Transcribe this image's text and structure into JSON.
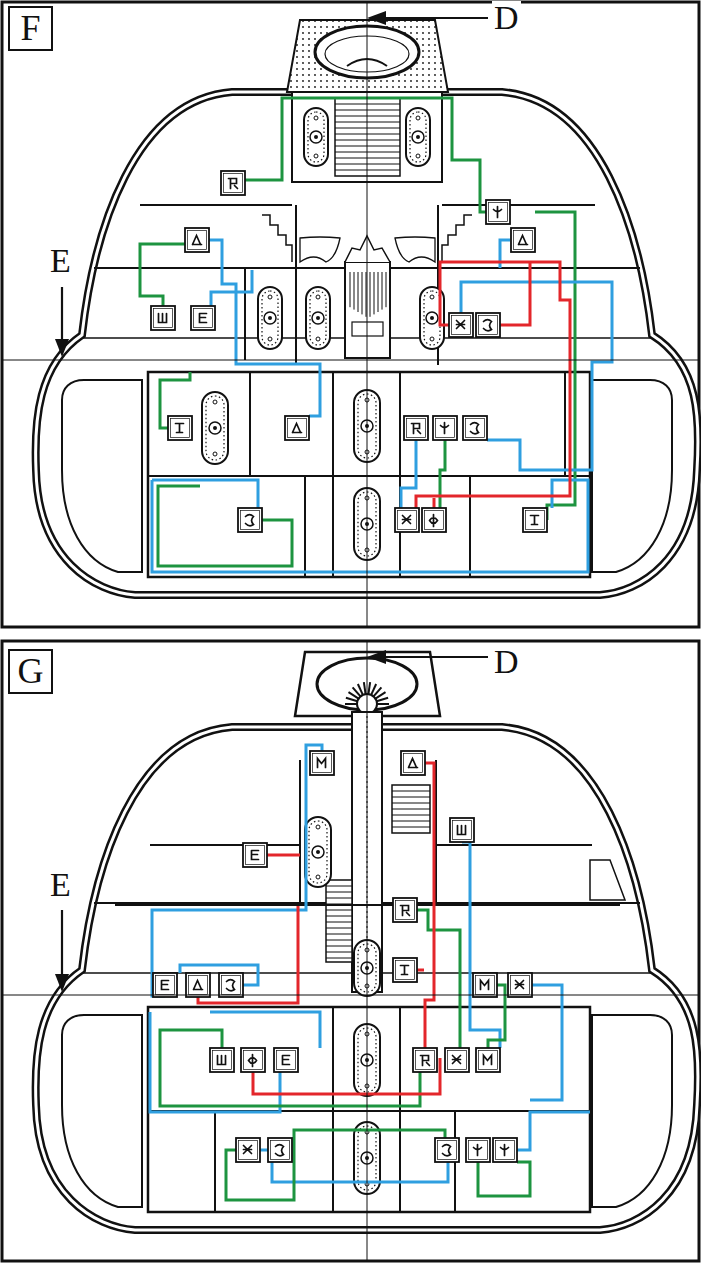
{
  "diagram": {
    "nodes": [
      {
        "text": [
          "F"
        ]
      },
      {
        "text": [
          "G"
        ]
      }
    ],
    "labels": [
      "D",
      "E",
      "D",
      "E"
    ]
  }
}
